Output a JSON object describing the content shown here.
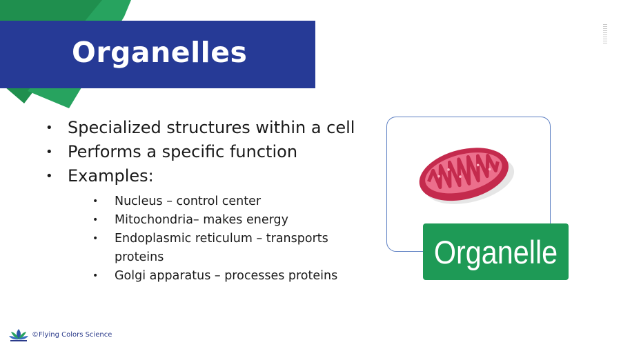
{
  "slide": {
    "title": "Organelles",
    "bullets": [
      "Specialized structures within a cell",
      "Performs a specific function",
      "Examples:"
    ],
    "examples": [
      "Nucleus – control center",
      "Mitochondria– makes energy",
      "Endoplasmic reticulum – transports proteins",
      "Golgi apparatus – processes proteins"
    ],
    "image_label": "Organelle",
    "image_icon": "mitochondrion-icon",
    "footer": "©Flying Colors Science",
    "footer_icon": "lotus-logo-icon"
  },
  "colors": {
    "banner": "#263a96",
    "accent_green": "#1e9a56",
    "frame_border": "#5b7ec2",
    "mitochondrion": "#d63b5e"
  }
}
